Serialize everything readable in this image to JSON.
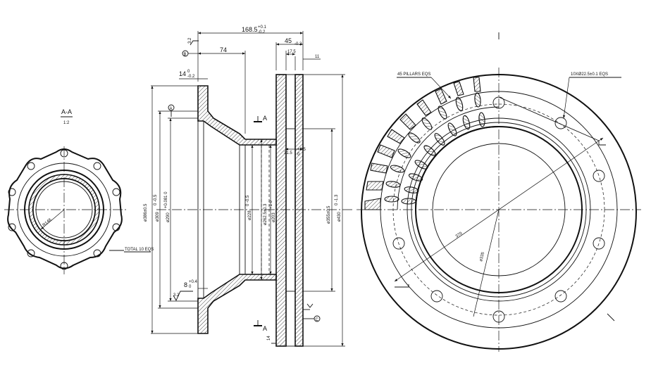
{
  "section_view": {
    "label": "A-A",
    "scale": "1:2",
    "radius_label": "R148",
    "total_holes_label": "TOTAL 10 EQS"
  },
  "side_view": {
    "dim_overall_width": "168.5",
    "dim_overall_width_tol_upper": "+0.1",
    "dim_overall_width_tol_lower": "-0.2",
    "dim_74": "74",
    "dim_45": "45",
    "dim_45_tol_lower": "-0.2",
    "dim_17_5": "17.5",
    "dim_11": "11",
    "dim_14": "14",
    "dim_14_tol_upper": "0",
    "dim_14_tol_lower": "-0.2",
    "dim_31_5": "31.5",
    "dim_31_5_tol_upper": "+0.5",
    "dim_31_5_tol_lower": "0",
    "dim_8": "8",
    "dim_8_tol_upper": "+0.4",
    "dim_8_tol_lower": "0",
    "dia_386": "ø386±0.5",
    "dia_309": "ø309",
    "dia_309_tol": "0 -0.5",
    "dia_290": "ø290",
    "dia_290_tol": "+0.081 0",
    "dia_228": "ø228",
    "dia_228_tol": "0 -0.5",
    "dia_262_5": "ø262.5±0.3",
    "dia_203": "ø203",
    "dia_203_tol": "+1 0",
    "dia_355": "ø355±0.5",
    "dia_430": "ø430",
    "dia_430_tol": "0 -1.3",
    "roughness_value": "3.2",
    "section_marker": "A",
    "datum_a": "A",
    "datum_b": "B",
    "datum_c": "C",
    "tolerance_value": "14"
  },
  "front_view": {
    "pillars_label": "45 PILLARS EQS",
    "holes_label": "10XØ22.5±0.1 EQS",
    "dim_379": "379",
    "dim_335": "ø335"
  }
}
